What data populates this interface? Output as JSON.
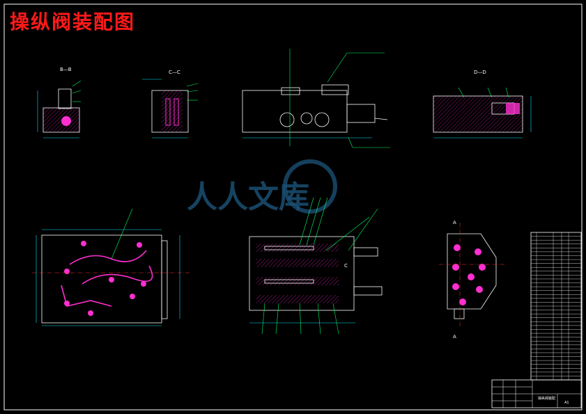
{
  "title": "操纵阀装配图",
  "section_labels": {
    "bb": "B—B",
    "cc": "C—C",
    "dd": "D—D",
    "a_top": "A",
    "a_bottom": "A",
    "c": "C"
  },
  "watermark": {
    "text": "人人文库"
  },
  "title_block": {
    "name": "操纵阀装配",
    "sheet": "A1"
  },
  "colors": {
    "background": "#000000",
    "frame": "#ffffff",
    "dimension": "#00e5ff",
    "leader": "#00ff66",
    "part": "#ffffff",
    "hatch": "#ff2fd0",
    "title": "#ff1a1a",
    "centerline": "#ff3030",
    "watermark": "#1a4f73"
  }
}
